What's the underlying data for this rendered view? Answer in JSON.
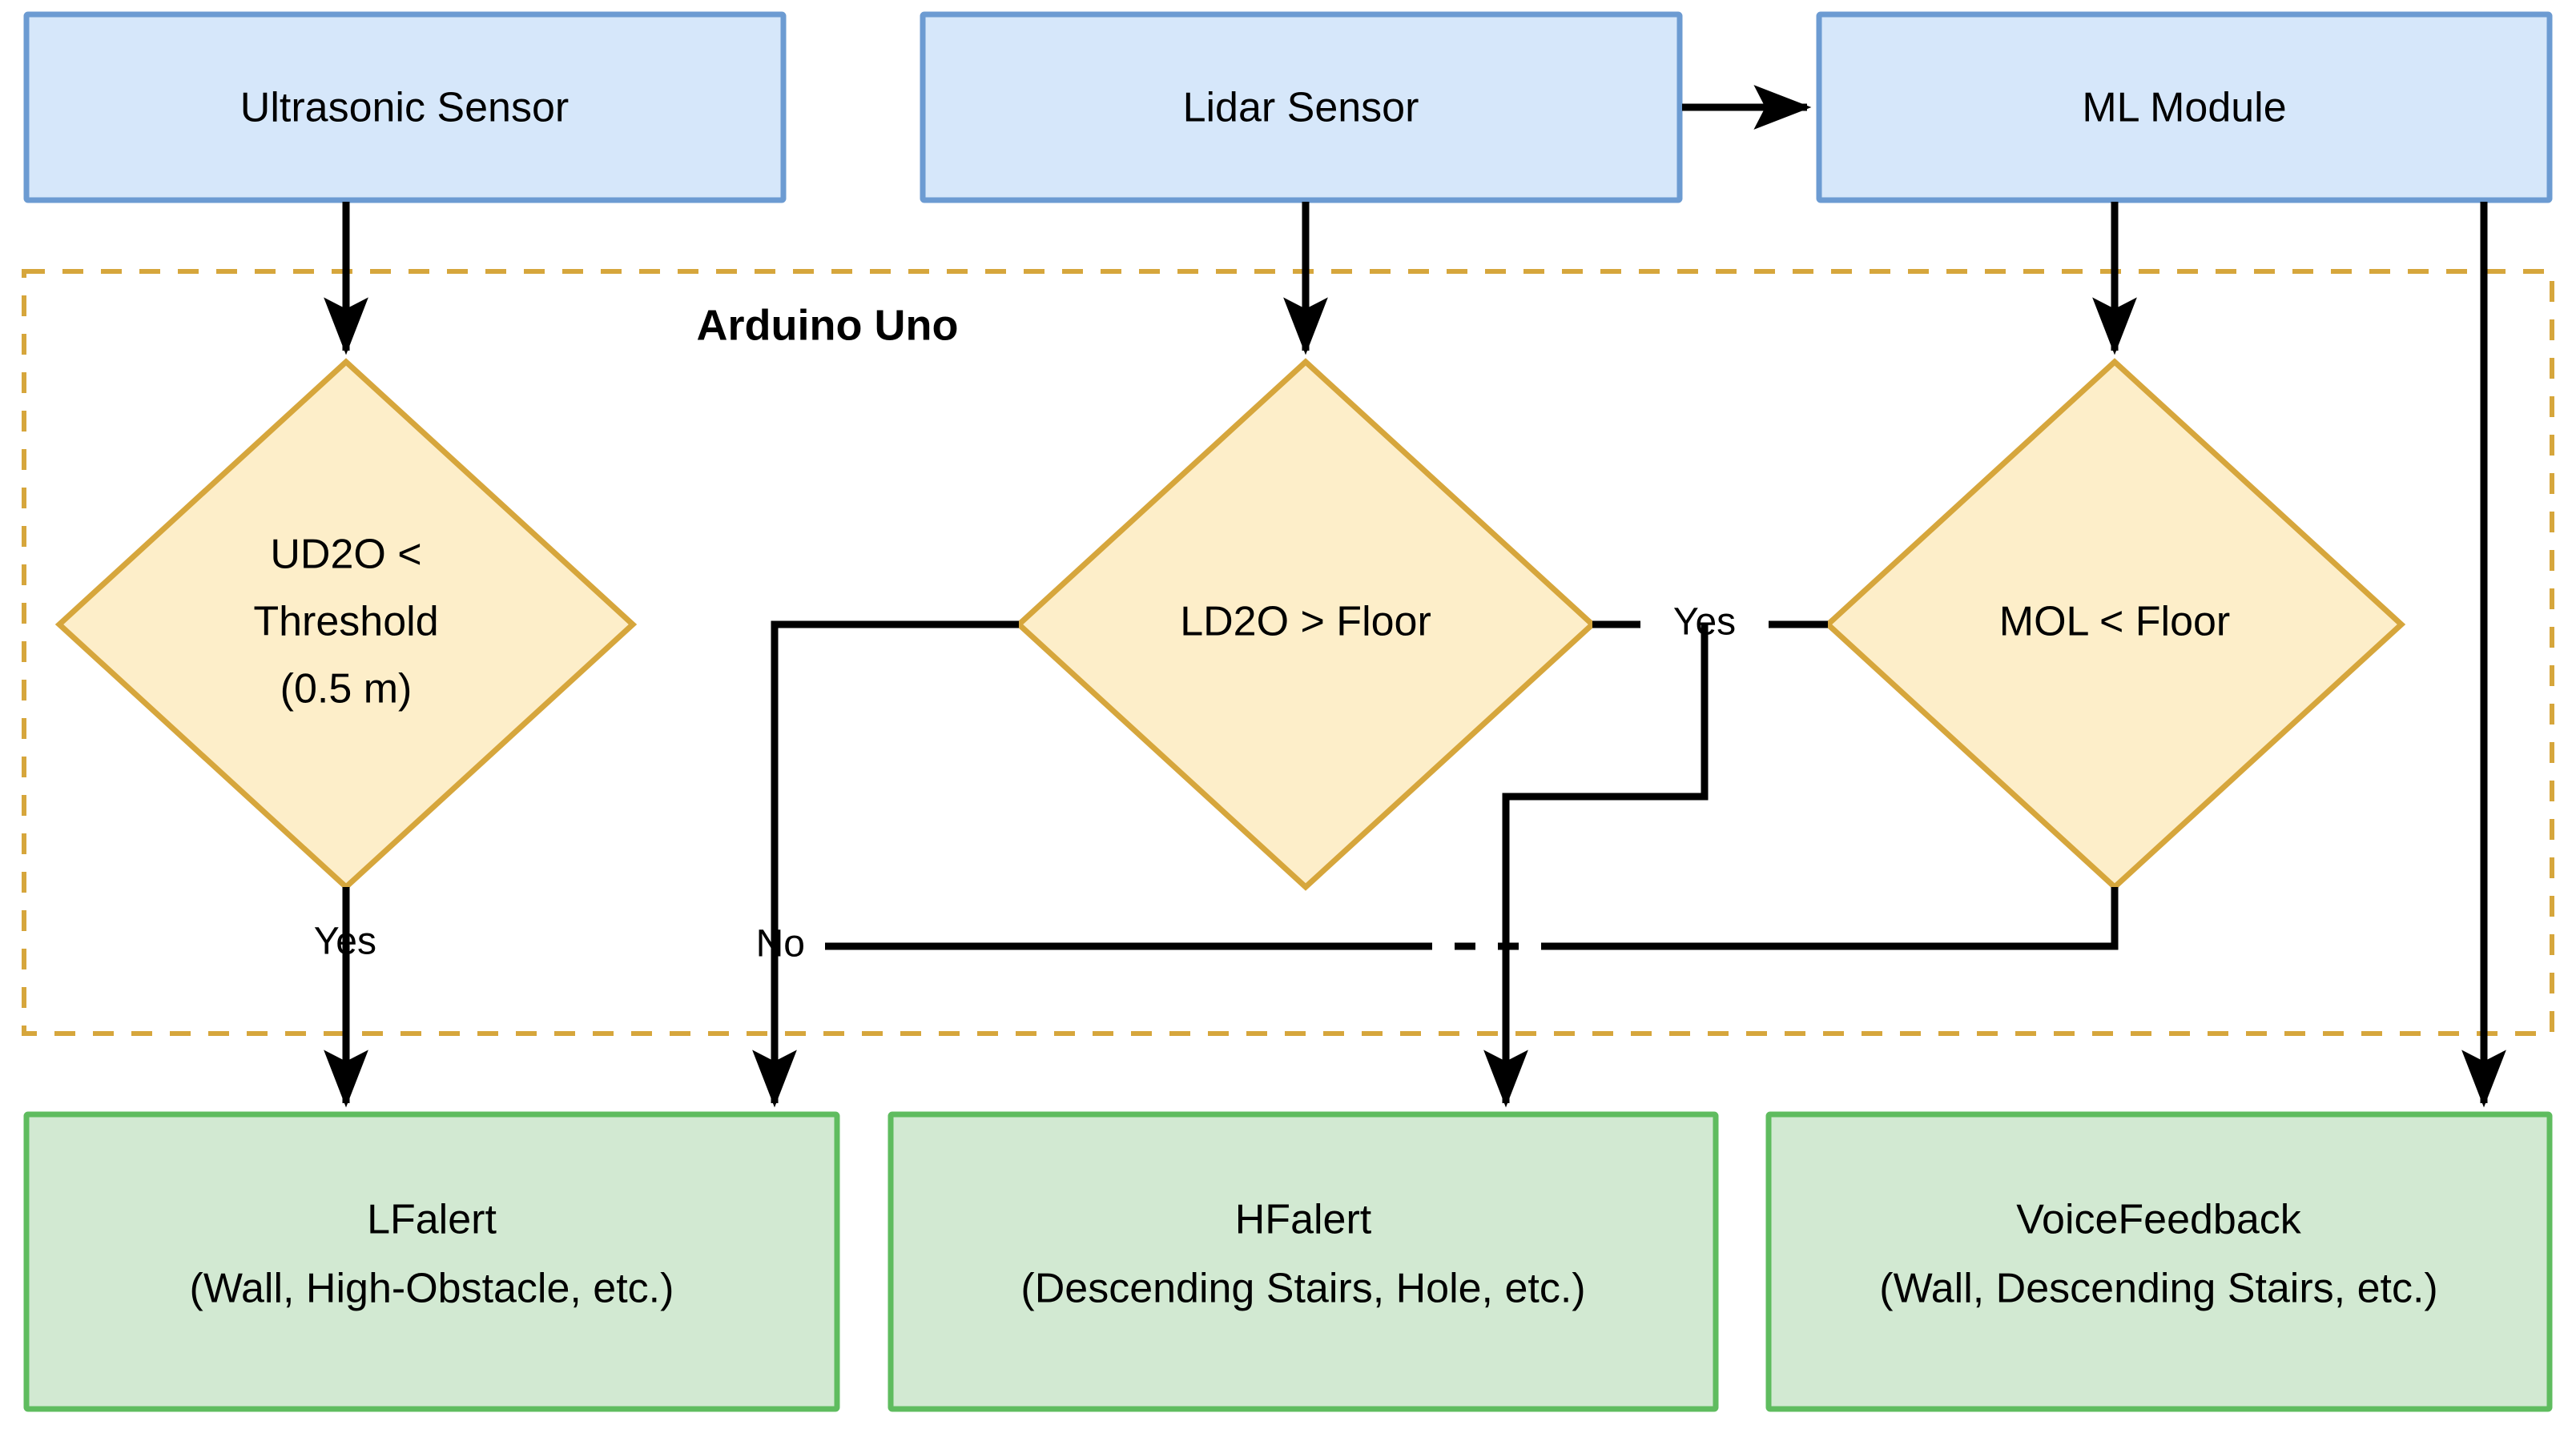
{
  "diagram": {
    "title_label": "Arduino Uno",
    "colors": {
      "sensor_fill": "#d6e7fa",
      "sensor_stroke": "#6c9bd2",
      "decision_fill": "#fdeec9",
      "decision_stroke": "#d6a63c",
      "output_fill": "#d2e9d2",
      "output_stroke": "#5fbc5f",
      "edge": "#000000",
      "group_border": "#d6a63c",
      "background": "#ffffff"
    },
    "sensors": [
      {
        "id": "ultrasonic",
        "label": "Ultrasonic Sensor"
      },
      {
        "id": "lidar",
        "label": "Lidar Sensor"
      },
      {
        "id": "ml",
        "label": "ML Module"
      }
    ],
    "decisions": [
      {
        "id": "ud2o",
        "lines": [
          "UD2O <",
          "Threshold",
          "(0.5 m)"
        ]
      },
      {
        "id": "ld2o",
        "lines": [
          "LD2O > Floor"
        ]
      },
      {
        "id": "mol",
        "lines": [
          "MOL < Floor"
        ]
      }
    ],
    "outputs": [
      {
        "id": "lfalert",
        "lines": [
          "LFalert",
          "(Wall, High-Obstacle, etc.)"
        ]
      },
      {
        "id": "hfalert",
        "lines": [
          "HFalert",
          "(Descending Stairs, Hole, etc.)"
        ]
      },
      {
        "id": "voicefeedback",
        "lines": [
          "VoiceFeedback",
          "(Wall, Descending Stairs, etc.)"
        ]
      }
    ],
    "edge_labels": [
      {
        "id": "ud2o-yes",
        "text": "Yes"
      },
      {
        "id": "ld2o-no",
        "text": "No"
      },
      {
        "id": "ld2o-yes",
        "text": "Yes"
      }
    ]
  }
}
